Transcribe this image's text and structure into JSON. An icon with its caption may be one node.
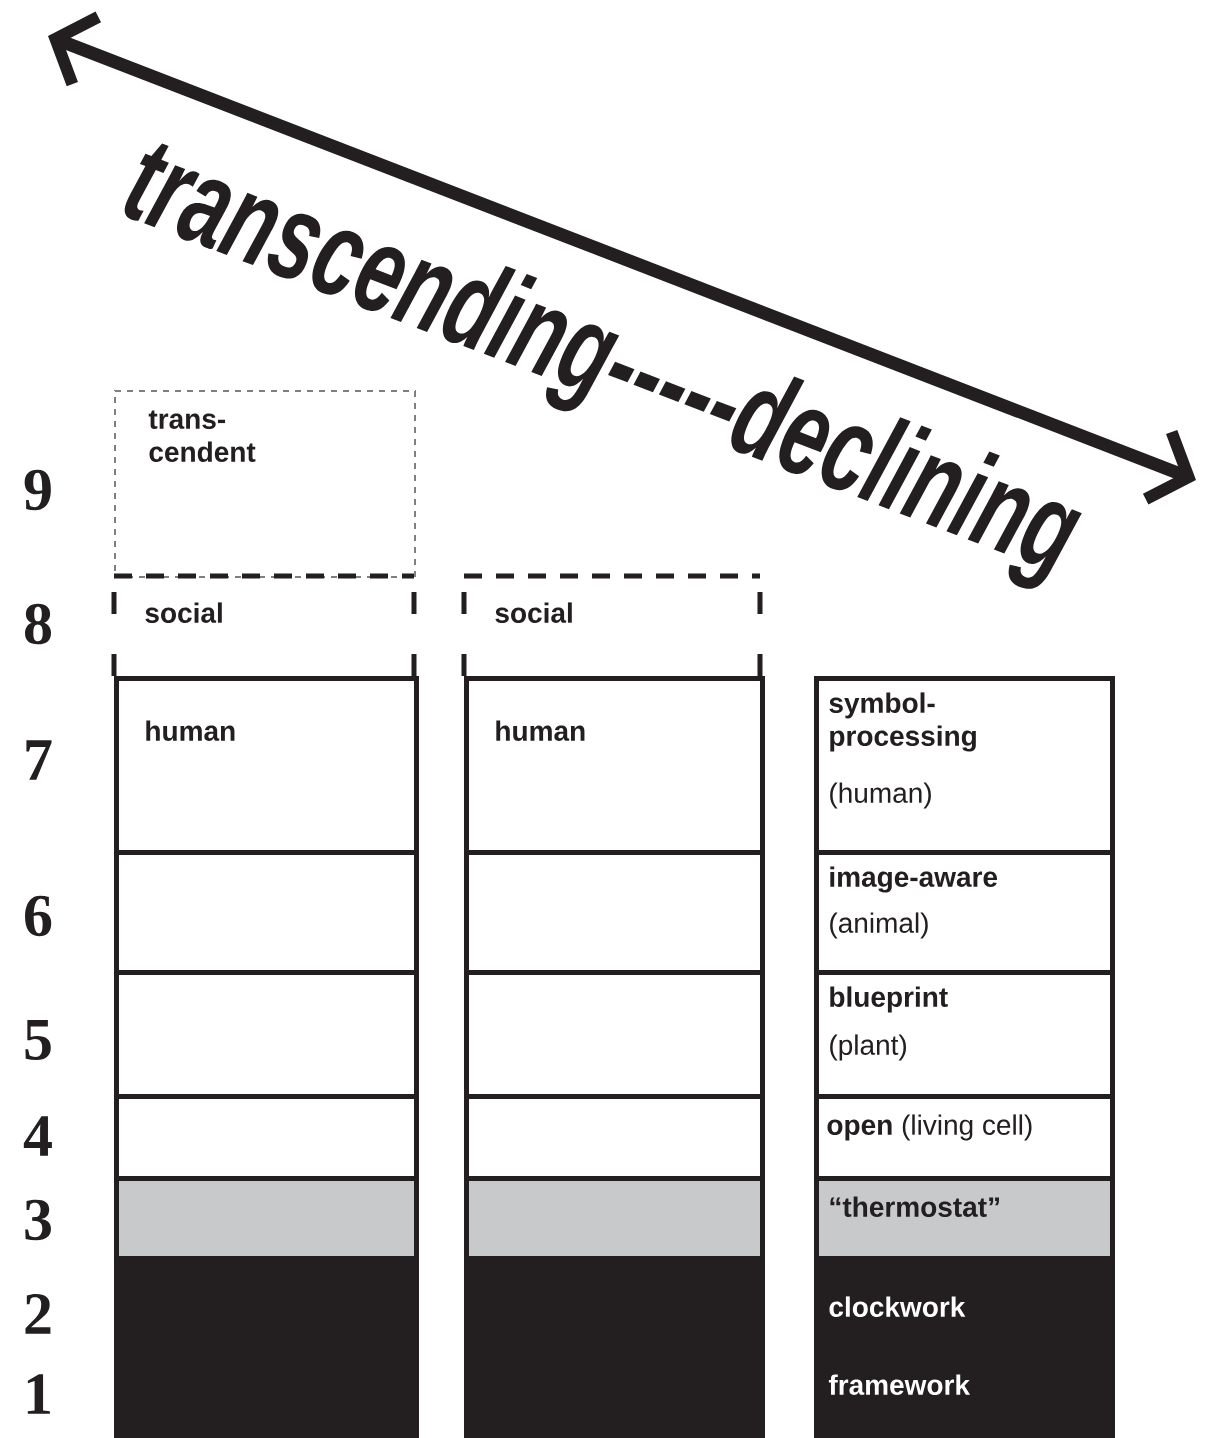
{
  "diagram": {
    "nodes": [
      {
        "text": [
          "trans- cendent"
        ]
      },
      {
        "text": [
          "social"
        ]
      },
      {
        "text": [
          "social"
        ]
      },
      {
        "text": [
          "human"
        ]
      },
      {
        "text": [
          "human"
        ]
      },
      {
        "text": [
          "symbol- processing",
          "(human)"
        ]
      },
      {
        "text": [],
        "shape": "box"
      },
      {
        "text": [],
        "shape": "box"
      },
      {
        "text": [
          "image-aware",
          "(animal)"
        ]
      },
      {
        "text": [],
        "shape": "box"
      },
      {
        "text": [],
        "shape": "box"
      },
      {
        "text": [
          "blueprint",
          "(plant)"
        ]
      },
      {
        "text": [],
        "shape": "box"
      },
      {
        "text": [],
        "shape": "box"
      },
      {
        "text": [
          "**open** (living cell)"
        ]
      },
      {
        "text": [],
        "shape": "box"
      },
      {
        "text": [],
        "shape": "box"
      },
      {
        "text": [
          "“thermostat”"
        ]
      },
      {
        "text": [],
        "shape": "box"
      },
      {
        "text": [],
        "shape": "box"
      },
      {
        "text": [
          "clockwork",
          "framework"
        ]
      }
    ],
    "labels": [
      "transcending-----declining",
      "9",
      "8",
      "7",
      "6",
      "5",
      "4",
      "3",
      "2",
      "1"
    ]
  }
}
